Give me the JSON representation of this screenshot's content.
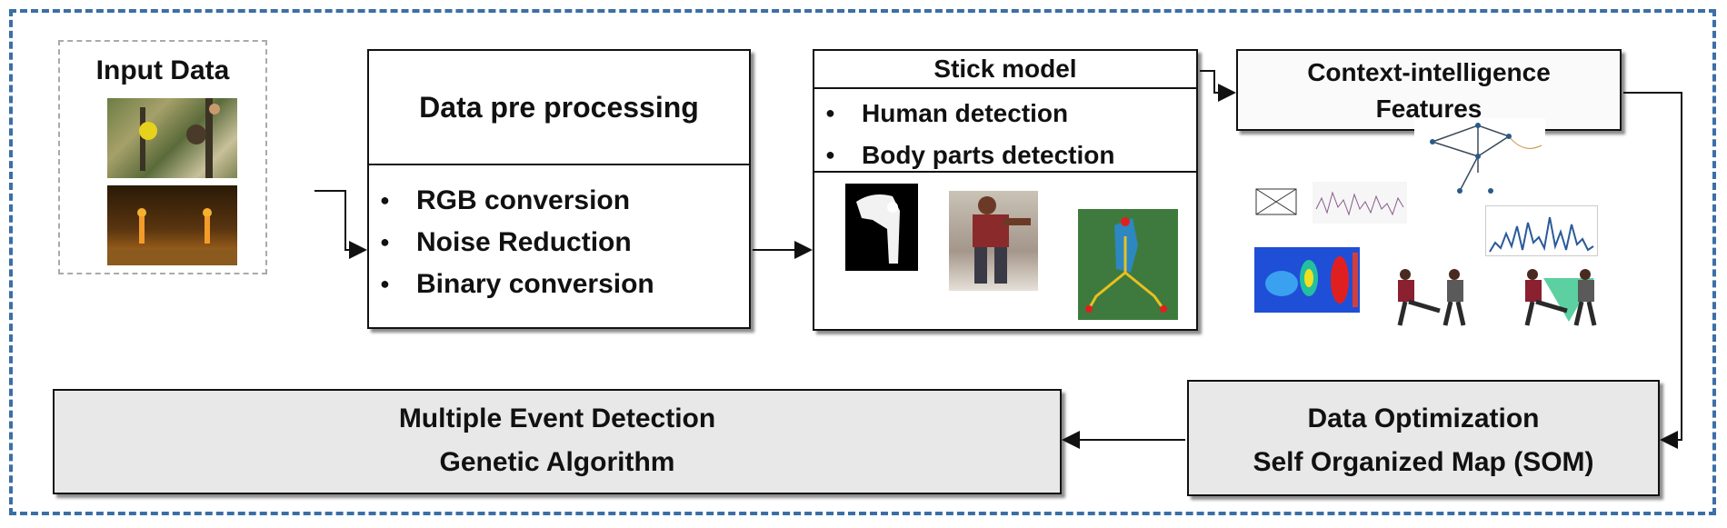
{
  "input": {
    "title": "Input Data"
  },
  "preprocessing": {
    "title": "Data pre processing",
    "steps": [
      "RGB conversion",
      "Noise Reduction",
      "Binary conversion"
    ]
  },
  "stick_model": {
    "title": "Stick model",
    "steps": [
      "Human detection",
      "Body parts detection"
    ]
  },
  "features": {
    "title_line1": "Context-intelligence",
    "title_line2": "Features"
  },
  "optimization": {
    "line1": "Data Optimization",
    "line2": "Self Organized Map (SOM)"
  },
  "event_detection": {
    "line1": "Multiple Event Detection",
    "line2": "Genetic Algorithm"
  },
  "colors": {
    "border_dash": "#3b6fa6",
    "panel_grey": "#e8e8e8"
  }
}
